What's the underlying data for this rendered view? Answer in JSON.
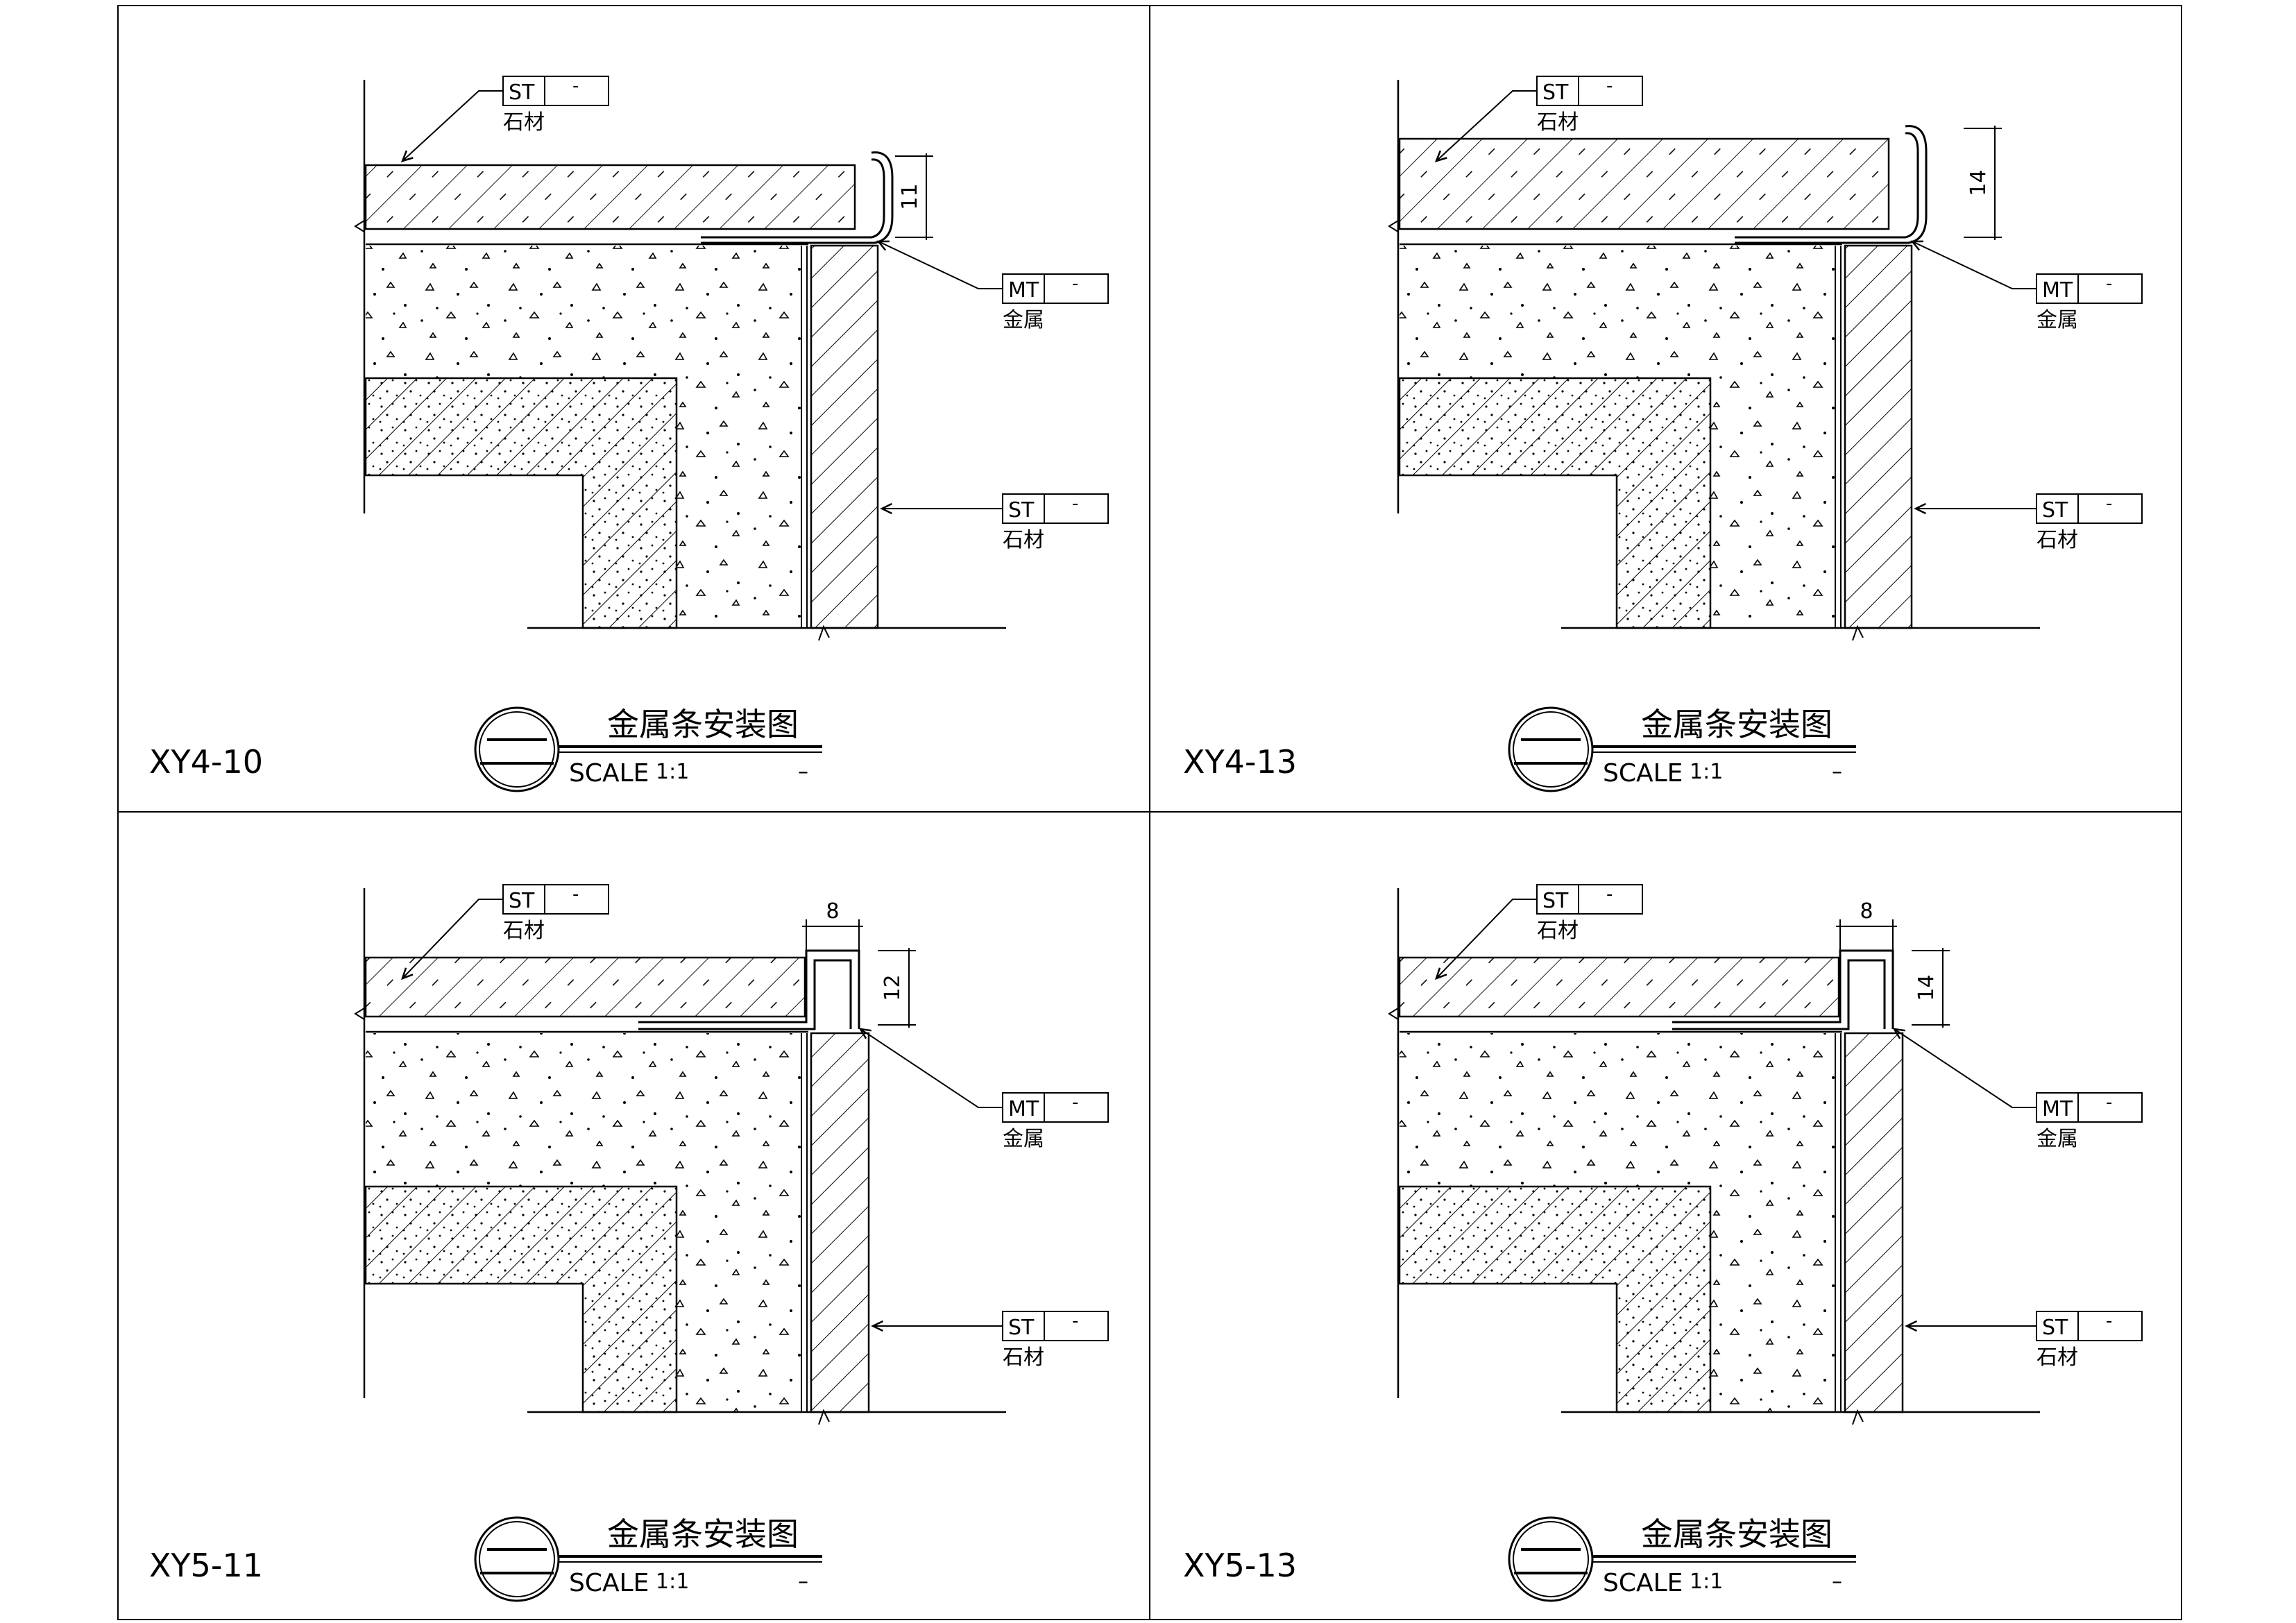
{
  "sheet": {
    "panels": [
      {
        "code": "XY4-10",
        "title": "金属条安装图",
        "scale_label": "SCALE",
        "scale_value": "1:1",
        "scale_dash": "–",
        "symbol": "二",
        "profile": "round",
        "dims": [
          {
            "value": "11",
            "orient": "v"
          }
        ],
        "tags": [
          {
            "code": "ST",
            "dash": "-",
            "name": "石材"
          },
          {
            "code": "MT",
            "dash": "-",
            "name": "金属"
          },
          {
            "code": "ST",
            "dash": "-",
            "name": "石材"
          }
        ]
      },
      {
        "code": "XY4-13",
        "title": "金属条安装图",
        "scale_label": "SCALE",
        "scale_value": "1:1",
        "scale_dash": "–",
        "symbol": "二",
        "profile": "round",
        "dims": [
          {
            "value": "14",
            "orient": "v"
          }
        ],
        "tags": [
          {
            "code": "ST",
            "dash": "-",
            "name": "石材"
          },
          {
            "code": "MT",
            "dash": "-",
            "name": "金属"
          },
          {
            "code": "ST",
            "dash": "-",
            "name": "石材"
          }
        ]
      },
      {
        "code": "XY5-11",
        "title": "金属条安装图",
        "scale_label": "SCALE",
        "scale_value": "1:1",
        "scale_dash": "–",
        "symbol": "二",
        "profile": "square",
        "dims": [
          {
            "value": "8",
            "orient": "h"
          },
          {
            "value": "12",
            "orient": "v"
          }
        ],
        "tags": [
          {
            "code": "ST",
            "dash": "-",
            "name": "石材"
          },
          {
            "code": "MT",
            "dash": "-",
            "name": "金属"
          },
          {
            "code": "ST",
            "dash": "-",
            "name": "石材"
          }
        ]
      },
      {
        "code": "XY5-13",
        "title": "金属条安装图",
        "scale_label": "SCALE",
        "scale_value": "1:1",
        "scale_dash": "–",
        "symbol": "二",
        "profile": "square",
        "dims": [
          {
            "value": "8",
            "orient": "h"
          },
          {
            "value": "14",
            "orient": "v"
          }
        ],
        "tags": [
          {
            "code": "ST",
            "dash": "-",
            "name": "石材"
          },
          {
            "code": "MT",
            "dash": "-",
            "name": "金属"
          },
          {
            "code": "ST",
            "dash": "-",
            "name": "石材"
          }
        ]
      }
    ]
  }
}
